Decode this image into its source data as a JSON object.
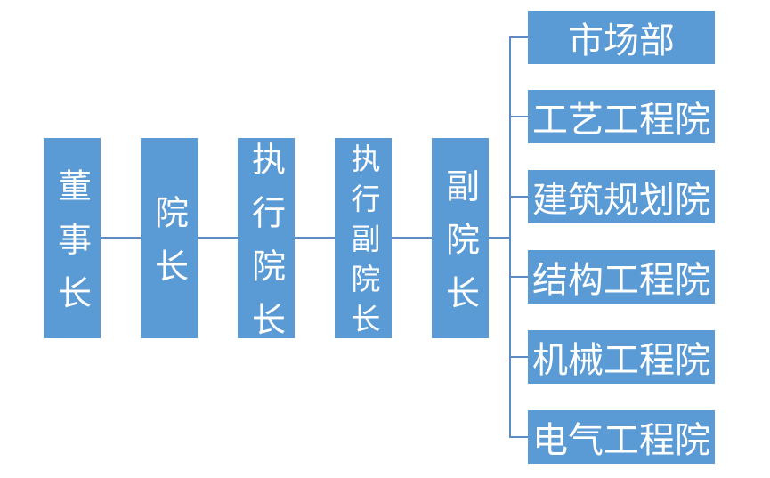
{
  "colors": {
    "node_fill": "#5b9bd5",
    "connector": "#5d8cc4",
    "node_text": "#ffffff",
    "background": "#ffffff"
  },
  "chain": [
    {
      "label": "董事长"
    },
    {
      "label": "院长"
    },
    {
      "label": "执行院长"
    },
    {
      "label": "执行副院长"
    },
    {
      "label": "副院长"
    }
  ],
  "departments": [
    {
      "label": "市场部"
    },
    {
      "label": "工艺工程院"
    },
    {
      "label": "建筑规划院"
    },
    {
      "label": "结构工程院"
    },
    {
      "label": "机械工程院"
    },
    {
      "label": "电气工程院"
    }
  ]
}
